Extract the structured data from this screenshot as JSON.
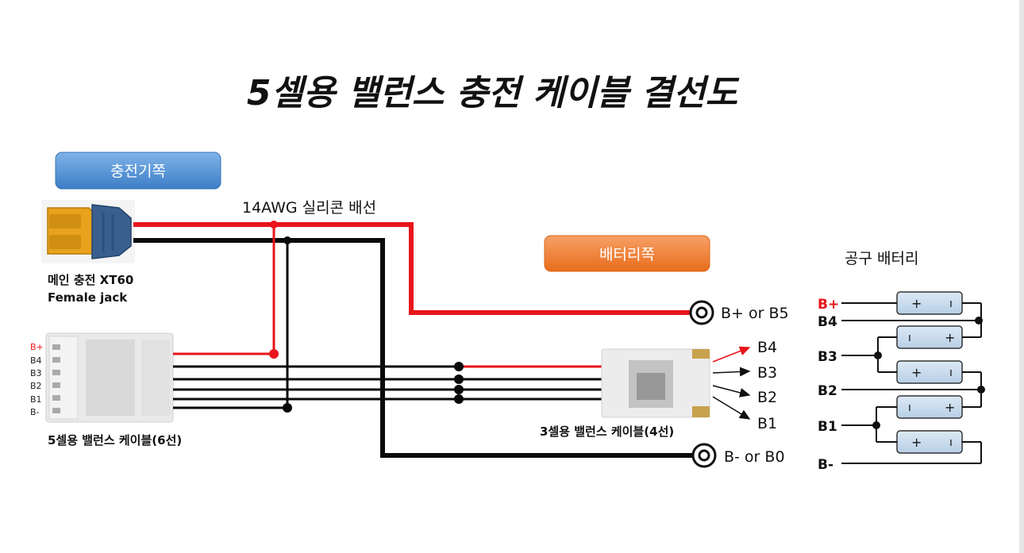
{
  "title": "5셀용 밸런스 충전 케이블 결선도",
  "charger_side_label": "충전기쪽",
  "battery_side_label": "배터리쪽",
  "wire_label": "14AWG 실리콘 배선",
  "xt60_label_line1": "메인 충전 XT60",
  "xt60_label_line2": "Female jack",
  "balance5_pins": [
    "B+",
    "B4",
    "B3",
    "B2",
    "B1",
    "B-"
  ],
  "balance5_caption": "5셀용 밸런스 케이블(6선)",
  "balance3_caption": "3셀용 밸런스 케이블(4선)",
  "balance3_outputs": [
    "B4",
    "B3",
    "B2",
    "B1"
  ],
  "ring_top_label": "B+ or B5",
  "ring_bottom_label": "B- or B0",
  "tool_battery_title": "공구 배터리",
  "tool_battery_terminals": [
    "B+",
    "B4",
    "B3",
    "B2",
    "B1",
    "B-"
  ],
  "cell_signs": {
    "plus": "+",
    "minus": "ı"
  },
  "colors": {
    "red": "#e8151b",
    "black": "#0a0a0a",
    "charger_button": "#4f8fd4",
    "battery_button": "#f07c2c",
    "cell_fill": "#c9dcee"
  }
}
